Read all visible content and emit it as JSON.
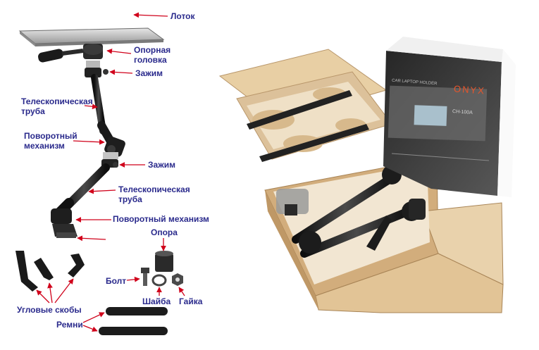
{
  "labels": {
    "tray": "Лоток",
    "support_head": "Опорная\nголовка",
    "clamp_top": "Зажим",
    "tele_tube_top": "Телескопическая\nтруба",
    "swivel_top": "Поворотный\nмеханизм",
    "clamp_mid": "Зажим",
    "tele_tube_bottom": "Телескопическая\nтруба",
    "swivel_bottom": "Поворотный механизм",
    "support": "Опора",
    "bolt": "Болт",
    "washer": "Шайба",
    "nut": "Гайка",
    "angle_brackets": "Угловые скобы",
    "straps": "Ремни"
  },
  "box": {
    "brand": "ONYX",
    "model": "CH-100A",
    "subtitle": "CAR LAPTOP HOLDER"
  },
  "colors": {
    "label": "#2a2a8c",
    "arrow": "#d0021b",
    "cardboard": "#d9b98c",
    "metal_dark": "#1c1c1c"
  }
}
